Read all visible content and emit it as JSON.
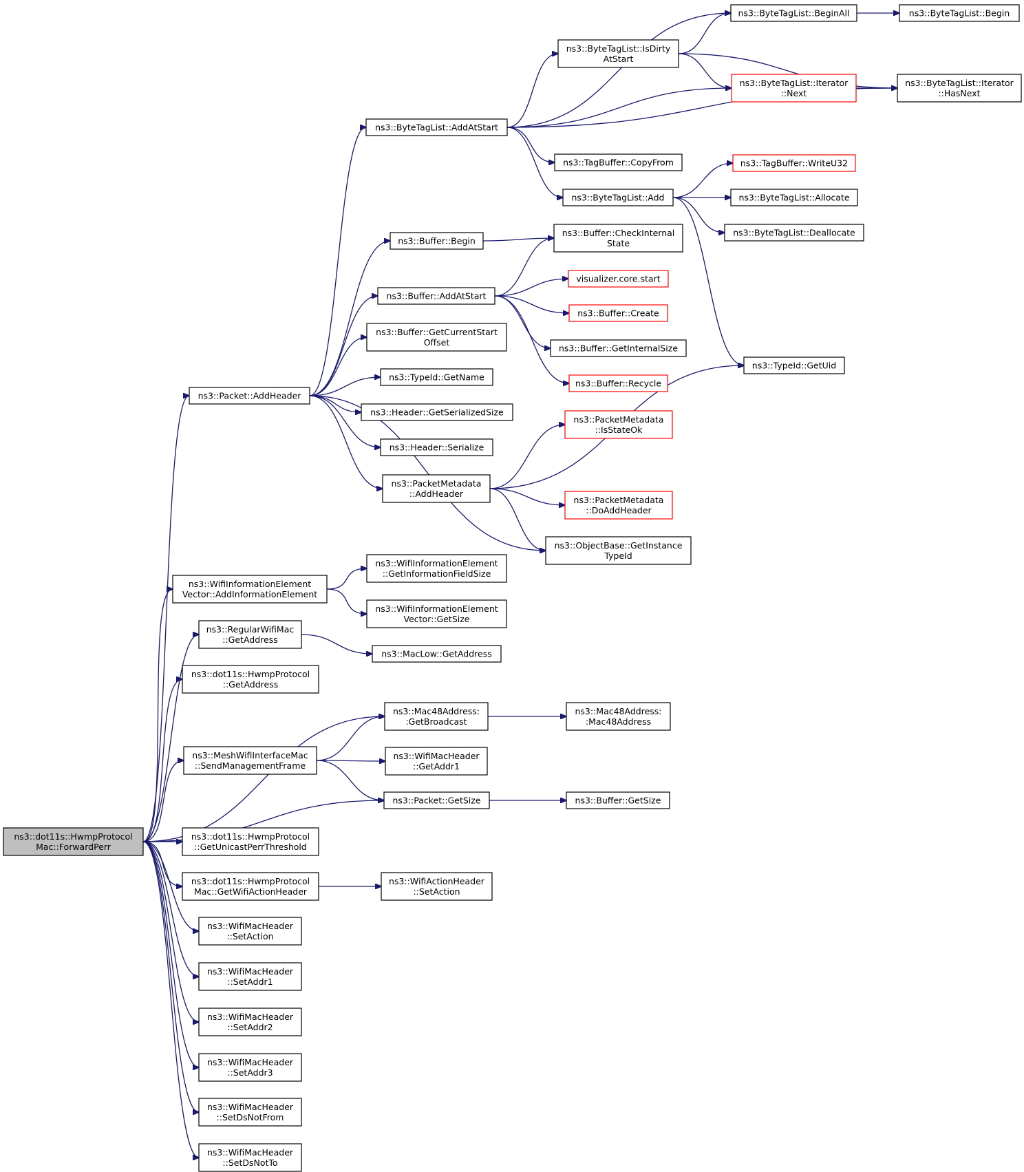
{
  "colors": {
    "edge": "#191970",
    "box_border": "#000000",
    "highlight_border": "#ff0000",
    "root_fill": "#bfbfbf"
  },
  "nodes": {
    "root": {
      "lines": [
        "ns3::dot11s::HwmpProtocol",
        "Mac::ForwardPerr"
      ]
    },
    "packet_addheader": {
      "lines": [
        "ns3::Packet::AddHeader"
      ]
    },
    "wifi_ie_vector_addinfoelem": {
      "lines": [
        "ns3::WifiInformationElement",
        "Vector::AddInformationElement"
      ]
    },
    "regularwifimac_getaddress": {
      "lines": [
        "ns3::RegularWifiMac",
        "::GetAddress"
      ]
    },
    "hwmpprotocol_getaddress": {
      "lines": [
        "ns3::dot11s::HwmpProtocol",
        "::GetAddress"
      ]
    },
    "meshwifi_sendmgmt": {
      "lines": [
        "ns3::MeshWifiInterfaceMac",
        "::SendManagementFrame"
      ]
    },
    "hwmp_getunicastperr": {
      "lines": [
        "ns3::dot11s::HwmpProtocol",
        "::GetUnicastPerrThreshold"
      ]
    },
    "hwmpmac_getwifiactionheader": {
      "lines": [
        "ns3::dot11s::HwmpProtocol",
        "Mac::GetWifiActionHeader"
      ]
    },
    "wifimacheader_setaction": {
      "lines": [
        "ns3::WifiMacHeader",
        "::SetAction"
      ]
    },
    "wifimacheader_setaddr1": {
      "lines": [
        "ns3::WifiMacHeader",
        "::SetAddr1"
      ]
    },
    "wifimacheader_setaddr2": {
      "lines": [
        "ns3::WifiMacHeader",
        "::SetAddr2"
      ]
    },
    "wifimacheader_setaddr3": {
      "lines": [
        "ns3::WifiMacHeader",
        "::SetAddr3"
      ]
    },
    "wifimacheader_setdsnotfrom": {
      "lines": [
        "ns3::WifiMacHeader",
        "::SetDsNotFrom"
      ]
    },
    "wifimacheader_setdsnotto": {
      "lines": [
        "ns3::WifiMacHeader",
        "::SetDsNotTo"
      ]
    },
    "bytetaglist_addatstart": {
      "lines": [
        "ns3::ByteTagList::AddAtStart"
      ]
    },
    "buffer_begin": {
      "lines": [
        "ns3::Buffer::Begin"
      ]
    },
    "buffer_addatstart": {
      "lines": [
        "ns3::Buffer::AddAtStart"
      ]
    },
    "buffer_getcurrentstartoffset": {
      "lines": [
        "ns3::Buffer::GetCurrentStart",
        "Offset"
      ]
    },
    "typeid_getname": {
      "lines": [
        "ns3::TypeId::GetName"
      ]
    },
    "header_getserializedsize": {
      "lines": [
        "ns3::Header::GetSerializedSize"
      ]
    },
    "header_serialize": {
      "lines": [
        "ns3::Header::Serialize"
      ]
    },
    "packetmetadata_addheader": {
      "lines": [
        "ns3::PacketMetadata",
        "::AddHeader"
      ]
    },
    "wifi_ie_getinfofieldsize": {
      "lines": [
        "ns3::WifiInformationElement",
        "::GetInformationFieldSize"
      ]
    },
    "wifi_ie_vector_getsize": {
      "lines": [
        "ns3::WifiInformationElement",
        "Vector::GetSize"
      ]
    },
    "maclow_getaddress": {
      "lines": [
        "ns3::MacLow::GetAddress"
      ]
    },
    "mac48_getbroadcast": {
      "lines": [
        "ns3::Mac48Address:",
        ":GetBroadcast"
      ]
    },
    "wifimacheader_getaddr1": {
      "lines": [
        "ns3::WifiMacHeader",
        "::GetAddr1"
      ]
    },
    "packet_getsize": {
      "lines": [
        "ns3::Packet::GetSize"
      ]
    },
    "wifiactionheader_setaction": {
      "lines": [
        "ns3::WifiActionHeader",
        "::SetAction"
      ]
    },
    "bytetaglist_isdirtyatstart": {
      "lines": [
        "ns3::ByteTagList::IsDirty",
        "AtStart"
      ]
    },
    "tagbuffer_copyfrom": {
      "lines": [
        "ns3::TagBuffer::CopyFrom"
      ]
    },
    "bytetaglist_add": {
      "lines": [
        "ns3::ByteTagList::Add"
      ]
    },
    "buffer_checkinternalstate": {
      "lines": [
        "ns3::Buffer::CheckInternal",
        "State"
      ]
    },
    "visualizer_core_start": {
      "lines": [
        "visualizer.core.start"
      ]
    },
    "buffer_create": {
      "lines": [
        "ns3::Buffer::Create"
      ]
    },
    "buffer_getinternalsize": {
      "lines": [
        "ns3::Buffer::GetInternalSize"
      ]
    },
    "buffer_recycle": {
      "lines": [
        "ns3::Buffer::Recycle"
      ]
    },
    "packetmetadata_isstateok": {
      "lines": [
        "ns3::PacketMetadata",
        "::IsStateOk"
      ]
    },
    "packetmetadata_doaddheader": {
      "lines": [
        "ns3::PacketMetadata",
        "::DoAddHeader"
      ]
    },
    "objectbase_getinstancetypeid": {
      "lines": [
        "ns3::ObjectBase::GetInstance",
        "TypeId"
      ]
    },
    "mac48_mac48address": {
      "lines": [
        "ns3::Mac48Address:",
        ":Mac48Address"
      ]
    },
    "buffer_getsize": {
      "lines": [
        "ns3::Buffer::GetSize"
      ]
    },
    "bytetaglist_beginall": {
      "lines": [
        "ns3::ByteTagList::BeginAll"
      ]
    },
    "bytetaglist_iterator_next": {
      "lines": [
        "ns3::ByteTagList::Iterator",
        "::Next"
      ]
    },
    "tagbuffer_writeu32": {
      "lines": [
        "ns3::TagBuffer::WriteU32"
      ]
    },
    "bytetaglist_allocate": {
      "lines": [
        "ns3::ByteTagList::Allocate"
      ]
    },
    "bytetaglist_deallocate": {
      "lines": [
        "ns3::ByteTagList::Deallocate"
      ]
    },
    "typeid_getuid": {
      "lines": [
        "ns3::TypeId::GetUid"
      ]
    },
    "bytetaglist_begin": {
      "lines": [
        "ns3::ByteTagList::Begin"
      ]
    },
    "bytetaglist_iterator_hasnext": {
      "lines": [
        "ns3::ByteTagList::Iterator",
        "::HasNext"
      ]
    }
  },
  "edges": [
    [
      "root",
      "packet_addheader"
    ],
    [
      "root",
      "wifi_ie_vector_addinfoelem"
    ],
    [
      "root",
      "regularwifimac_getaddress"
    ],
    [
      "root",
      "hwmpprotocol_getaddress"
    ],
    [
      "root",
      "mac48_getbroadcast"
    ],
    [
      "root",
      "meshwifi_sendmgmt"
    ],
    [
      "root",
      "packet_getsize"
    ],
    [
      "root",
      "hwmp_getunicastperr"
    ],
    [
      "root",
      "hwmpmac_getwifiactionheader"
    ],
    [
      "root",
      "wifimacheader_setaction"
    ],
    [
      "root",
      "wifimacheader_setaddr1"
    ],
    [
      "root",
      "wifimacheader_setaddr2"
    ],
    [
      "root",
      "wifimacheader_setaddr3"
    ],
    [
      "root",
      "wifimacheader_setdsnotfrom"
    ],
    [
      "root",
      "wifimacheader_setdsnotto"
    ],
    [
      "packet_addheader",
      "bytetaglist_addatstart"
    ],
    [
      "packet_addheader",
      "buffer_begin"
    ],
    [
      "packet_addheader",
      "buffer_addatstart"
    ],
    [
      "packet_addheader",
      "buffer_getcurrentstartoffset"
    ],
    [
      "packet_addheader",
      "typeid_getname"
    ],
    [
      "packet_addheader",
      "header_getserializedsize"
    ],
    [
      "packet_addheader",
      "header_serialize"
    ],
    [
      "packet_addheader",
      "packetmetadata_addheader"
    ],
    [
      "packet_addheader",
      "objectbase_getinstancetypeid"
    ],
    [
      "wifi_ie_vector_addinfoelem",
      "wifi_ie_getinfofieldsize"
    ],
    [
      "wifi_ie_vector_addinfoelem",
      "wifi_ie_vector_getsize"
    ],
    [
      "regularwifimac_getaddress",
      "maclow_getaddress"
    ],
    [
      "meshwifi_sendmgmt",
      "mac48_getbroadcast"
    ],
    [
      "meshwifi_sendmgmt",
      "wifimacheader_getaddr1"
    ],
    [
      "meshwifi_sendmgmt",
      "packet_getsize"
    ],
    [
      "hwmpmac_getwifiactionheader",
      "wifiactionheader_setaction"
    ],
    [
      "bytetaglist_addatstart",
      "bytetaglist_beginall"
    ],
    [
      "bytetaglist_addatstart",
      "bytetaglist_isdirtyatstart"
    ],
    [
      "bytetaglist_addatstart",
      "bytetaglist_iterator_next"
    ],
    [
      "bytetaglist_addatstart",
      "bytetaglist_iterator_hasnext"
    ],
    [
      "bytetaglist_addatstart",
      "tagbuffer_copyfrom"
    ],
    [
      "bytetaglist_addatstart",
      "bytetaglist_add"
    ],
    [
      "bytetaglist_isdirtyatstart",
      "bytetaglist_beginall"
    ],
    [
      "bytetaglist_isdirtyatstart",
      "bytetaglist_iterator_next"
    ],
    [
      "bytetaglist_isdirtyatstart",
      "bytetaglist_iterator_hasnext"
    ],
    [
      "bytetaglist_beginall",
      "bytetaglist_begin"
    ],
    [
      "bytetaglist_iterator_next",
      "bytetaglist_iterator_hasnext"
    ],
    [
      "bytetaglist_add",
      "tagbuffer_writeu32"
    ],
    [
      "bytetaglist_add",
      "bytetaglist_allocate"
    ],
    [
      "bytetaglist_add",
      "bytetaglist_deallocate"
    ],
    [
      "bytetaglist_add",
      "typeid_getuid"
    ],
    [
      "buffer_begin",
      "buffer_checkinternalstate"
    ],
    [
      "buffer_addatstart",
      "buffer_checkinternalstate"
    ],
    [
      "buffer_addatstart",
      "visualizer_core_start"
    ],
    [
      "buffer_addatstart",
      "buffer_create"
    ],
    [
      "buffer_addatstart",
      "buffer_getinternalsize"
    ],
    [
      "buffer_addatstart",
      "buffer_recycle"
    ],
    [
      "packetmetadata_addheader",
      "packetmetadata_isstateok"
    ],
    [
      "packetmetadata_addheader",
      "typeid_getuid"
    ],
    [
      "packetmetadata_addheader",
      "packetmetadata_doaddheader"
    ],
    [
      "packetmetadata_addheader",
      "objectbase_getinstancetypeid"
    ],
    [
      "mac48_getbroadcast",
      "mac48_mac48address"
    ],
    [
      "packet_getsize",
      "buffer_getsize"
    ]
  ]
}
